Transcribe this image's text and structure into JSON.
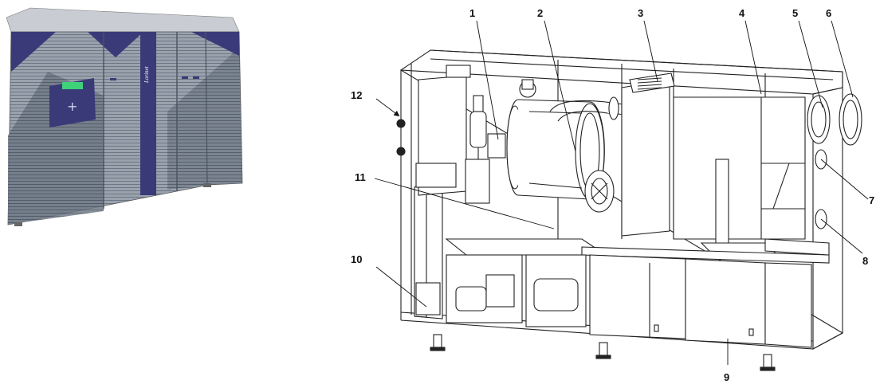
{
  "cabinet": {
    "brand_mark": "Lorinet",
    "display_icon": "plus-icon"
  },
  "diagram": {
    "callouts": [
      {
        "id": "1",
        "text": "1"
      },
      {
        "id": "2",
        "text": "2"
      },
      {
        "id": "3",
        "text": "3"
      },
      {
        "id": "4",
        "text": "4"
      },
      {
        "id": "5",
        "text": "5"
      },
      {
        "id": "6",
        "text": "6"
      },
      {
        "id": "7",
        "text": "7"
      },
      {
        "id": "8",
        "text": "8"
      },
      {
        "id": "9",
        "text": "9"
      },
      {
        "id": "10",
        "text": "10"
      },
      {
        "id": "11",
        "text": "11"
      },
      {
        "id": "12",
        "text": "12"
      }
    ]
  },
  "colors": {
    "cabinet_purple": "#3b3a78",
    "cabinet_grey": "#8e96a3",
    "cabinet_dark": "#4f5966",
    "display_green": "#3fd07a",
    "line": "#222222"
  }
}
